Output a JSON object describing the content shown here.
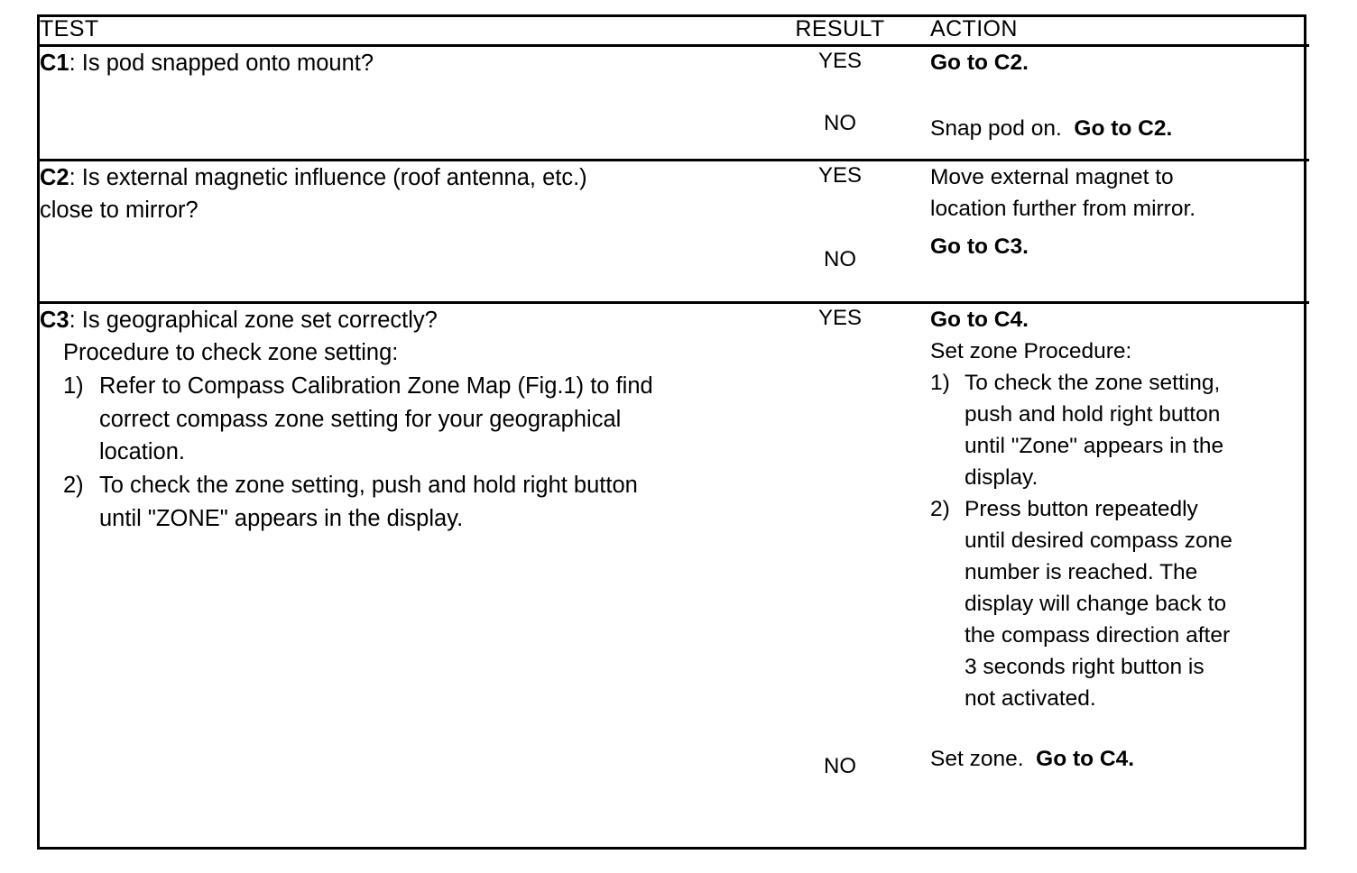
{
  "document": {
    "type": "troubleshooting-table",
    "title_visible": false
  },
  "table": {
    "columns": [
      {
        "key": "test",
        "header": "TEST"
      },
      {
        "key": "result",
        "header": "RESULT"
      },
      {
        "key": "action",
        "header": "ACTION"
      }
    ],
    "rows": [
      {
        "id": "C1",
        "test": {
          "code": "C1",
          "separator": ": ",
          "question": "Is pod snapped onto mount?"
        },
        "branches": [
          {
            "result": "YES",
            "action_parts": [
              {
                "text": "Go to C2.",
                "bold": true
              }
            ]
          },
          {
            "result": "NO",
            "action_parts": [
              {
                "text": "Snap pod on.",
                "bold": false
              },
              {
                "text": "Go to C2.",
                "bold": true
              }
            ]
          }
        ]
      },
      {
        "id": "C2",
        "test": {
          "code": "C2",
          "separator": ": ",
          "question_line1": "Is external magnetic influence (roof antenna, etc.)",
          "question_line2": "close to mirror?"
        },
        "branches": [
          {
            "result": "YES",
            "action_lines": [
              "Move external magnet to",
              "location further from mirror."
            ]
          },
          {
            "result": "NO",
            "action_parts": [
              {
                "text": "Go to C3.",
                "bold": true
              }
            ]
          }
        ]
      },
      {
        "id": "C3",
        "test": {
          "code": "C3",
          "separator": ": ",
          "question": "Is geographical zone set correctly?",
          "procedure_heading": "Procedure to check zone setting:",
          "steps": [
            {
              "number": "1)",
              "lines": [
                "Refer to Compass Calibration Zone Map (Fig.1) to find",
                "correct compass zone setting for your geographical",
                "location."
              ]
            },
            {
              "number": "2)",
              "lines": [
                "To check the zone setting, push and hold right button",
                "until \"ZONE\" appears in the display."
              ]
            }
          ]
        },
        "branches": [
          {
            "result": "YES",
            "action_heading": {
              "text": "Go to C4.",
              "bold": true
            },
            "action_subheading": "Set zone Procedure:",
            "action_steps": [
              {
                "number": "1)",
                "lines": [
                  "To check the zone setting,",
                  "push and hold right button",
                  "until \"Zone\" appears in the",
                  "display."
                ]
              },
              {
                "number": "2)",
                "lines": [
                  "Press button repeatedly",
                  "until desired compass zone",
                  "number is reached. The",
                  "display will change back to",
                  "the compass direction after",
                  "3 seconds right button is",
                  "not activated."
                ]
              }
            ]
          },
          {
            "result": "NO",
            "action_parts": [
              {
                "text": "Set zone.",
                "bold": false
              },
              {
                "text": "Go to C4.",
                "bold": true
              }
            ]
          }
        ]
      }
    ]
  },
  "colors": {
    "ink": "#000000",
    "paper": "#ffffff"
  }
}
